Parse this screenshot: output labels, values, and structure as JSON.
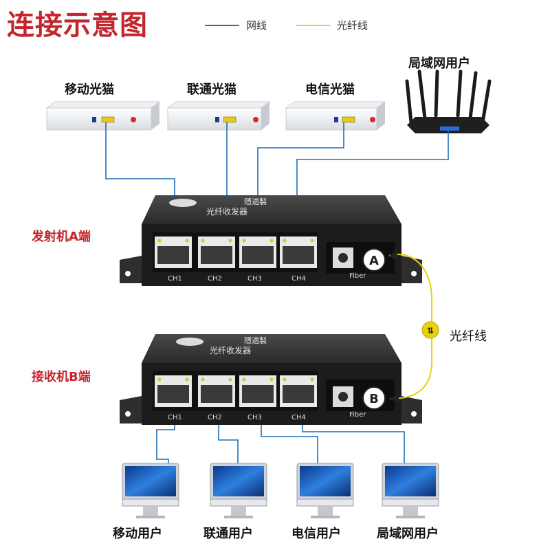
{
  "title": "连接示意图",
  "legend": {
    "network_label": "网线",
    "fiber_label": "光纤线",
    "network_color": "#1e6fb8",
    "fiber_color": "#e8d20c"
  },
  "modems": [
    "移动光猫",
    "联通光猫",
    "电信光猫"
  ],
  "router_label": "局域网用户",
  "transmitter_label": "发射机A端",
  "receiver_label": "接收机B端",
  "fiber_cable_label": "光纤线",
  "device": {
    "brand": "隱適製",
    "name": "光纤收发器",
    "ports": [
      "CH1",
      "CH2",
      "CH3",
      "CH4"
    ],
    "fiber_port": "Fiber",
    "end_a": "A",
    "end_b": "B"
  },
  "users": [
    "移动用户",
    "联通用户",
    "电信用户",
    "局域网用户"
  ],
  "colors": {
    "accent": "#c5252c"
  }
}
